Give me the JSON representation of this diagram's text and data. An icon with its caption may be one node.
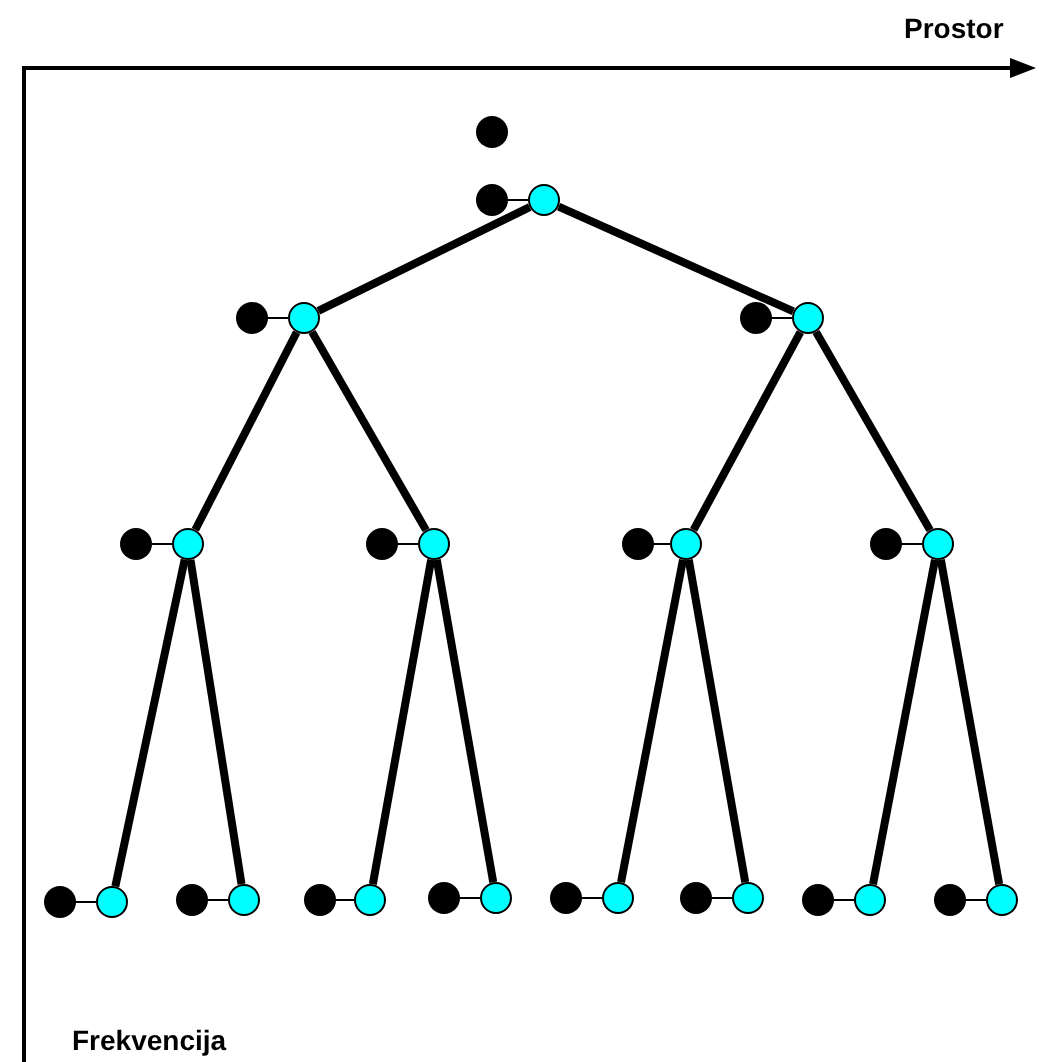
{
  "diagram": {
    "nodes": [
      {
        "text": [],
        "shape": "circle"
      },
      {
        "text": [],
        "shape": "circle"
      },
      {
        "text": [],
        "shape": "circle"
      },
      {
        "text": [],
        "shape": "circle"
      },
      {
        "text": [],
        "shape": "circle"
      },
      {
        "text": [],
        "shape": "circle"
      },
      {
        "text": [],
        "shape": "circle"
      },
      {
        "text": [],
        "shape": "circle"
      },
      {
        "text": [],
        "shape": "circle"
      },
      {
        "text": [],
        "shape": "circle"
      },
      {
        "text": [],
        "shape": "circle"
      },
      {
        "text": [],
        "shape": "circle"
      },
      {
        "text": [],
        "shape": "circle"
      },
      {
        "text": [],
        "shape": "circle"
      },
      {
        "text": [],
        "shape": "circle"
      },
      {
        "text": [],
        "shape": "circle"
      },
      {
        "text": [],
        "shape": "circle"
      },
      {
        "text": [],
        "shape": "circle"
      },
      {
        "text": [],
        "shape": "circle"
      },
      {
        "text": [],
        "shape": "circle"
      },
      {
        "text": [],
        "shape": "circle"
      },
      {
        "text": [],
        "shape": "circle"
      },
      {
        "text": [],
        "shape": "circle"
      },
      {
        "text": [],
        "shape": "circle"
      },
      {
        "text": [],
        "shape": "circle"
      },
      {
        "text": [],
        "shape": "circle"
      },
      {
        "text": [],
        "shape": "circle"
      },
      {
        "text": [],
        "shape": "circle"
      },
      {
        "text": [],
        "shape": "circle"
      },
      {
        "text": [],
        "shape": "circle"
      },
      {
        "text": [],
        "shape": "circle"
      }
    ],
    "edges": [
      {
        "from": 1,
        "to": 2,
        "arrow": "none"
      },
      {
        "from": 2,
        "to": 4,
        "arrow": "none",
        "style": "thick"
      },
      {
        "from": 2,
        "to": 6,
        "arrow": "none",
        "style": "thick"
      },
      {
        "from": 3,
        "to": 4,
        "arrow": "none"
      },
      {
        "from": 5,
        "to": 6,
        "arrow": "none"
      },
      {
        "from": 4,
        "to": 8,
        "arrow": "none",
        "style": "thick"
      },
      {
        "from": 4,
        "to": 10,
        "arrow": "none",
        "style": "thick"
      },
      {
        "from": 6,
        "to": 12,
        "arrow": "none",
        "style": "thick"
      },
      {
        "from": 6,
        "to": 14,
        "arrow": "none",
        "style": "thick"
      },
      {
        "from": 7,
        "to": 8,
        "arrow": "none"
      },
      {
        "from": 9,
        "to": 10,
        "arrow": "none"
      },
      {
        "from": 11,
        "to": 12,
        "arrow": "none"
      },
      {
        "from": 13,
        "to": 14,
        "arrow": "none"
      },
      {
        "from": 8,
        "to": 16,
        "arrow": "none",
        "style": "thick"
      },
      {
        "from": 8,
        "to": 18,
        "arrow": "none",
        "style": "thick"
      },
      {
        "from": 10,
        "to": 20,
        "arrow": "none",
        "style": "thick"
      },
      {
        "from": 10,
        "to": 22,
        "arrow": "none",
        "style": "thick"
      },
      {
        "from": 12,
        "to": 24,
        "arrow": "none",
        "style": "thick"
      },
      {
        "from": 12,
        "to": 26,
        "arrow": "none",
        "style": "thick"
      },
      {
        "from": 14,
        "to": 28,
        "arrow": "none",
        "style": "thick"
      },
      {
        "from": 14,
        "to": 30,
        "arrow": "none",
        "style": "thick"
      },
      {
        "from": 15,
        "to": 16,
        "arrow": "none"
      },
      {
        "from": 17,
        "to": 18,
        "arrow": "none"
      },
      {
        "from": 19,
        "to": 20,
        "arrow": "none"
      },
      {
        "from": 21,
        "to": 22,
        "arrow": "none"
      },
      {
        "from": 23,
        "to": 24,
        "arrow": "none"
      },
      {
        "from": 25,
        "to": 26,
        "arrow": "none"
      },
      {
        "from": 27,
        "to": 28,
        "arrow": "none"
      },
      {
        "from": 29,
        "to": 30,
        "arrow": "none"
      }
    ],
    "labels": [
      "Prostor",
      "Frekvencija"
    ]
  }
}
